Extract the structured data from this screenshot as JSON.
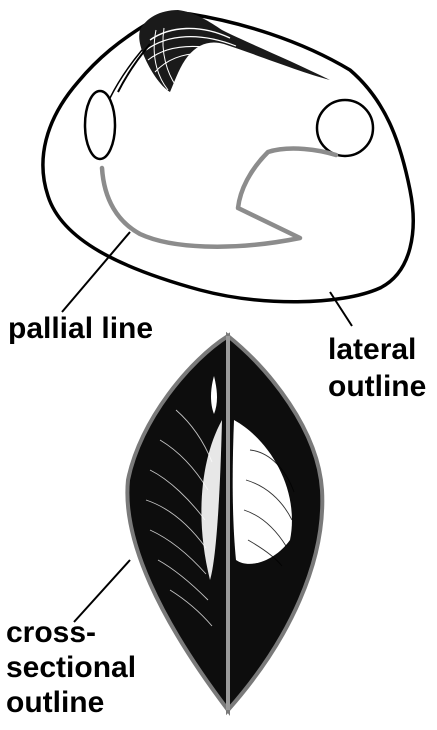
{
  "labels": {
    "pallial_line": "pallial line",
    "lateral_outline": [
      "lateral",
      "outline"
    ],
    "cross_sectional_outline": [
      "cross-",
      "sectional",
      "outline"
    ]
  },
  "colors": {
    "ink": "#000000",
    "pallial_gray": "#8c8c8c",
    "outline_gray": "#7a7a7a",
    "background": "#ffffff"
  }
}
